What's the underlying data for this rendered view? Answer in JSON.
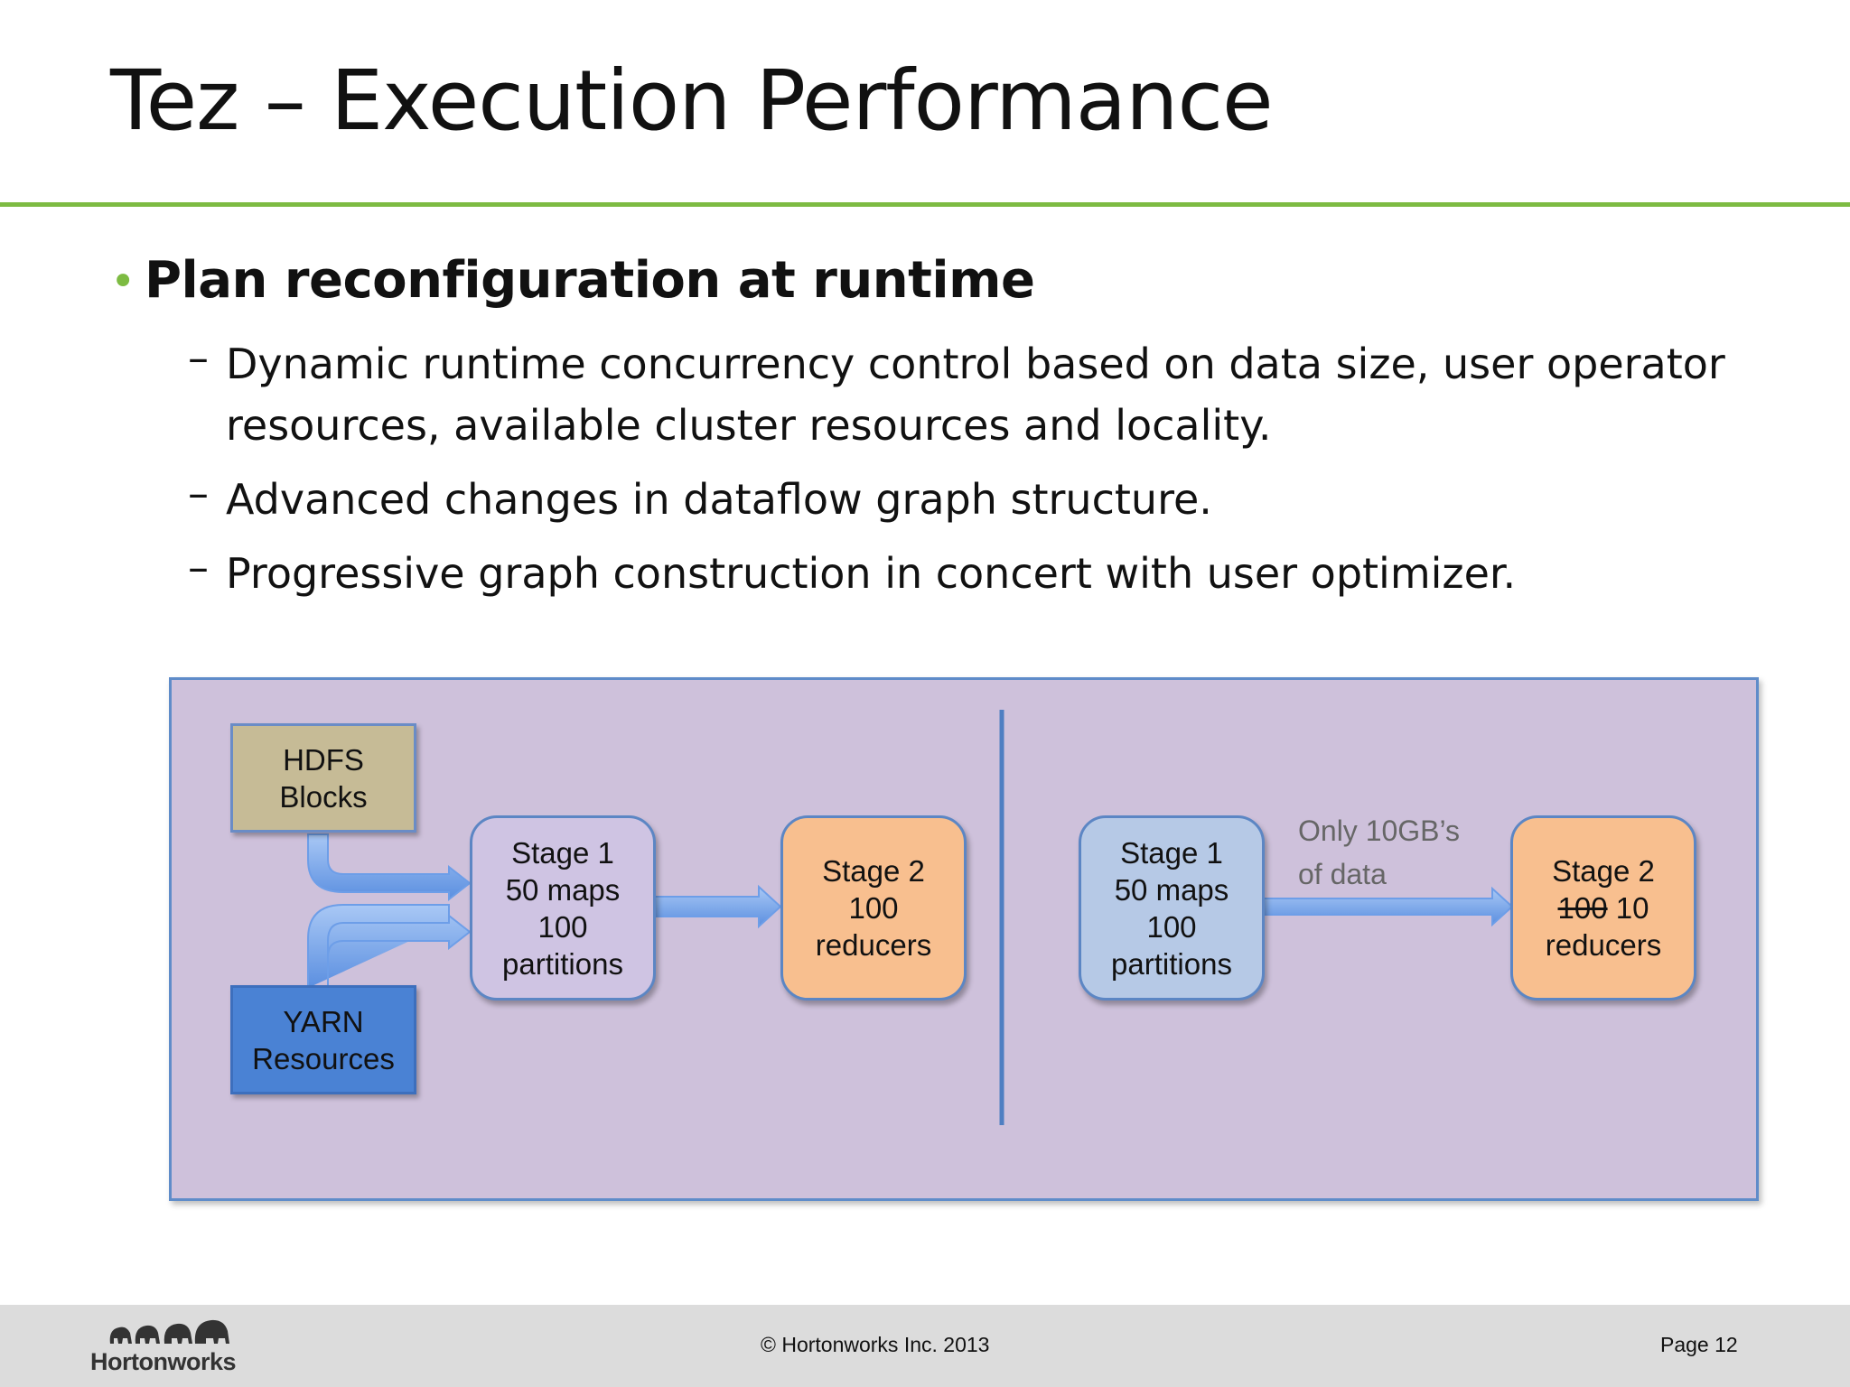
{
  "slide": {
    "title": "Tez – Execution Performance",
    "bullet": "Plan reconfiguration at runtime",
    "sub_bullets": [
      {
        "dash": "–",
        "lines": [
          "Dynamic runtime concurrency control based on data size, user operator",
          "resources, available cluster resources and locality."
        ]
      },
      {
        "dash": "–",
        "lines": [
          "Advanced changes in dataflow graph structure."
        ]
      },
      {
        "dash": "–",
        "lines": [
          "Progressive graph construction in concert with user optimizer."
        ]
      }
    ]
  },
  "diagram": {
    "hdfs": {
      "line1": "HDFS",
      "line2": "Blocks"
    },
    "yarn": {
      "line1": "YARN",
      "line2": "Resources"
    },
    "left_stage1": {
      "line1": "Stage 1",
      "line2": "50 maps",
      "line3": "100",
      "line4": "partitions"
    },
    "left_stage2": {
      "line1": "Stage 2",
      "line2": "100",
      "line3": "reducers"
    },
    "right_stage1": {
      "line1": "Stage 1",
      "line2": "50 maps",
      "line3": "100",
      "line4": "partitions"
    },
    "right_stage2": {
      "line1": "Stage 2",
      "line2_struck": "100",
      "line2_new": "10",
      "line3": "reducers"
    },
    "note": {
      "line1": "Only 10GB’s",
      "line2": "of data"
    },
    "colors": {
      "panel": "#cec1db",
      "hdfs": "#c6bb96",
      "yarn": "#4a82d4",
      "stage1_left": "#cfc4e3",
      "stage1_right": "#b6c9e6",
      "stage2": "#f8bf8f",
      "arrow": "#6fa0e8",
      "rule": "#7dbb42"
    }
  },
  "footer": {
    "logo_text": "Hortonworks",
    "copyright": "© Hortonworks Inc. 2013",
    "page": "Page 12"
  }
}
